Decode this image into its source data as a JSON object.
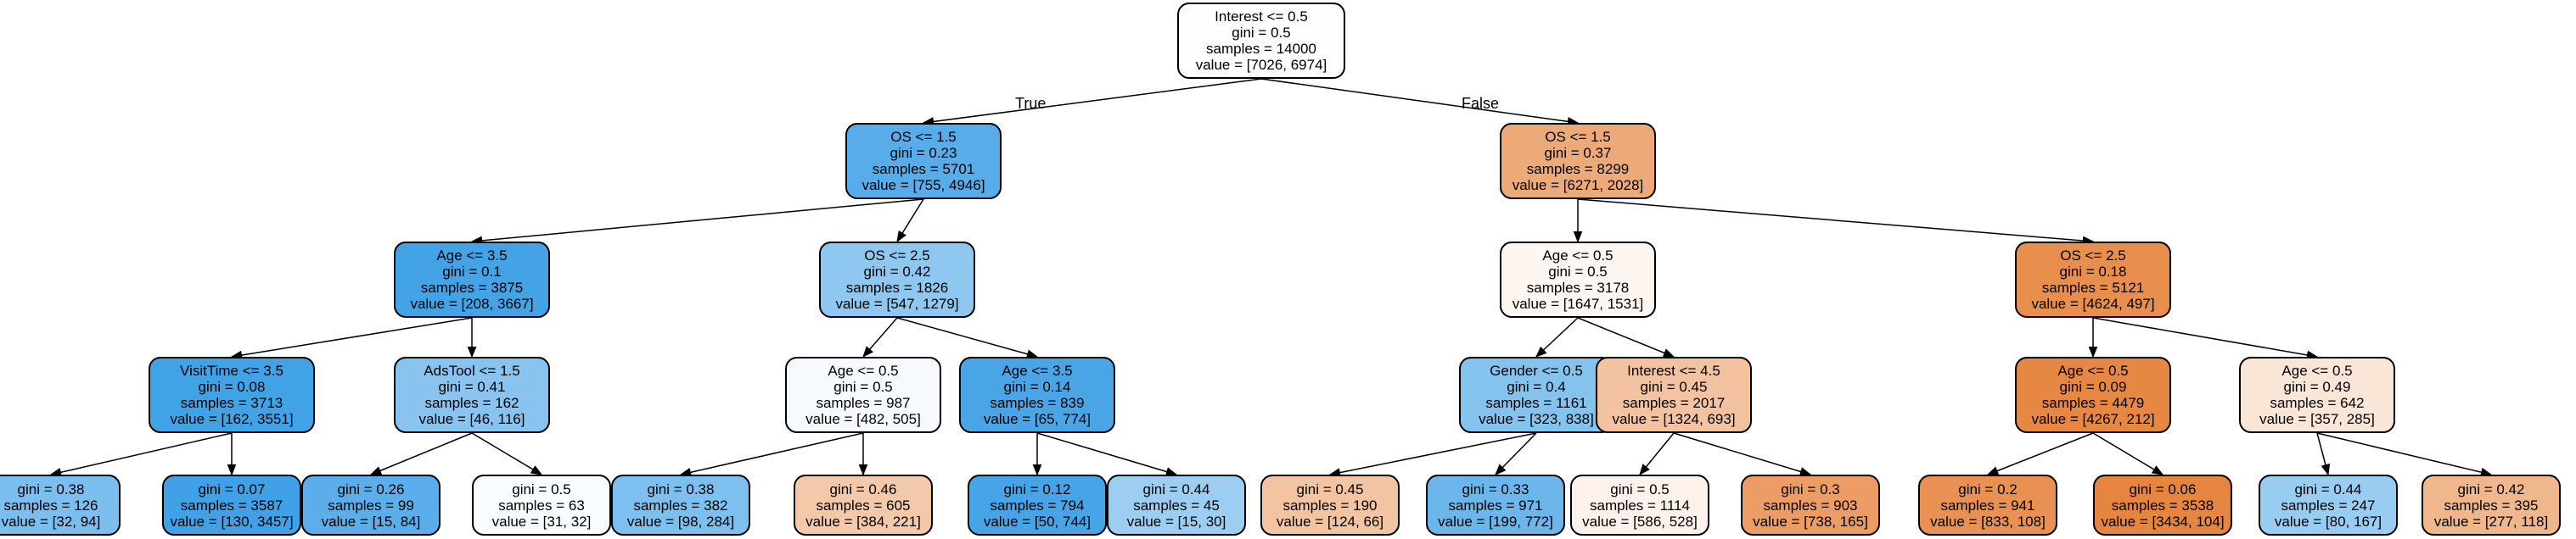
{
  "tree": {
    "edge_labels": {
      "true": "True",
      "false": "False"
    },
    "nodes": [
      {
        "id": "n0",
        "parent": null,
        "lines": [
          "Interest <= 0.5",
          "gini = 0.5",
          "samples = 14000",
          "value = [7026, 6974]"
        ],
        "fill": "#fefefe"
      },
      {
        "id": "n1",
        "parent": "n0",
        "lines": [
          "OS <= 1.5",
          "gini = 0.23",
          "samples = 5701",
          "value = [755, 4946]"
        ],
        "fill": "#57ace9"
      },
      {
        "id": "n2",
        "parent": "n0",
        "lines": [
          "OS <= 1.5",
          "gini = 0.37",
          "samples = 8299",
          "value = [6271, 2028]"
        ],
        "fill": "#edaa79"
      },
      {
        "id": "n3",
        "parent": "n1",
        "lines": [
          "Age <= 3.5",
          "gini = 0.1",
          "samples = 3875",
          "value = [208, 3667]"
        ],
        "fill": "#44a3e6"
      },
      {
        "id": "n4",
        "parent": "n1",
        "lines": [
          "OS <= 2.5",
          "gini = 0.42",
          "samples = 1826",
          "value = [547, 1279]"
        ],
        "fill": "#8ec7f0"
      },
      {
        "id": "n5",
        "parent": "n2",
        "lines": [
          "Age <= 0.5",
          "gini = 0.5",
          "samples = 3178",
          "value = [1647, 1531]"
        ],
        "fill": "#fdf6f1"
      },
      {
        "id": "n6",
        "parent": "n2",
        "lines": [
          "OS <= 2.5",
          "gini = 0.18",
          "samples = 5121",
          "value = [4624, 497]"
        ],
        "fill": "#e88f4e"
      },
      {
        "id": "n7",
        "parent": "n3",
        "lines": [
          "VisitTime <= 3.5",
          "gini = 0.08",
          "samples = 3713",
          "value = [162, 3551]"
        ],
        "fill": "#42a2e6"
      },
      {
        "id": "n8",
        "parent": "n3",
        "lines": [
          "AdsTool <= 1.5",
          "gini = 0.41",
          "samples = 162",
          "value = [46, 116]"
        ],
        "fill": "#88c4ef"
      },
      {
        "id": "n9",
        "parent": "n4",
        "lines": [
          "Age <= 0.5",
          "gini = 0.5",
          "samples = 987",
          "value = [482, 505]"
        ],
        "fill": "#f6fafe"
      },
      {
        "id": "n10",
        "parent": "n4",
        "lines": [
          "Age <= 3.5",
          "gini = 0.14",
          "samples = 839",
          "value = [65, 774]"
        ],
        "fill": "#4aa5e7"
      },
      {
        "id": "n11",
        "parent": "n5",
        "lines": [
          "Gender <= 0.5",
          "gini = 0.4",
          "samples = 1161",
          "value = [323, 838]"
        ],
        "fill": "#85c3ef"
      },
      {
        "id": "n12",
        "parent": "n5",
        "lines": [
          "Interest <= 4.5",
          "gini = 0.45",
          "samples = 2017",
          "value = [1324, 693]"
        ],
        "fill": "#f3c3a1"
      },
      {
        "id": "n13",
        "parent": "n6",
        "lines": [
          "Age <= 0.5",
          "gini = 0.09",
          "samples = 4479",
          "value = [4267, 212]"
        ],
        "fill": "#e68743"
      },
      {
        "id": "n14",
        "parent": "n6",
        "lines": [
          "Age <= 0.5",
          "gini = 0.49",
          "samples = 642",
          "value = [357, 285]"
        ],
        "fill": "#fae6d7"
      },
      {
        "id": "n15",
        "parent": "n7",
        "lines": [
          "gini = 0.38",
          "samples = 126",
          "value = [32, 94]"
        ],
        "fill": "#7cbeee"
      },
      {
        "id": "n16",
        "parent": "n7",
        "lines": [
          "gini = 0.07",
          "samples = 3587",
          "value = [130, 3457]"
        ],
        "fill": "#40a1e6"
      },
      {
        "id": "n17",
        "parent": "n8",
        "lines": [
          "gini = 0.26",
          "samples = 99",
          "value = [15, 84]"
        ],
        "fill": "#5caeea"
      },
      {
        "id": "n18",
        "parent": "n8",
        "lines": [
          "gini = 0.5",
          "samples = 63",
          "value = [31, 32]"
        ],
        "fill": "#f9fcfe"
      },
      {
        "id": "n19",
        "parent": "n9",
        "lines": [
          "gini = 0.38",
          "samples = 382",
          "value = [98, 284]"
        ],
        "fill": "#7dbfee"
      },
      {
        "id": "n20",
        "parent": "n9",
        "lines": [
          "gini = 0.46",
          "samples = 605",
          "value = [384, 221]"
        ],
        "fill": "#f4c9aa"
      },
      {
        "id": "n21",
        "parent": "n10",
        "lines": [
          "gini = 0.12",
          "samples = 794",
          "value = [50, 744]"
        ],
        "fill": "#46a4e7"
      },
      {
        "id": "n22",
        "parent": "n10",
        "lines": [
          "gini = 0.44",
          "samples = 45",
          "value = [15, 30]"
        ],
        "fill": "#9ccef2"
      },
      {
        "id": "n23",
        "parent": "n11",
        "lines": [
          "gini = 0.45",
          "samples = 190",
          "value = [124, 66]"
        ],
        "fill": "#f3c4a2"
      },
      {
        "id": "n24",
        "parent": "n11",
        "lines": [
          "gini = 0.33",
          "samples = 971",
          "value = [199, 772]"
        ],
        "fill": "#6cb6ec"
      },
      {
        "id": "n25",
        "parent": "n12",
        "lines": [
          "gini = 0.5",
          "samples = 1114",
          "value = [586, 528]"
        ],
        "fill": "#fcf2eb"
      },
      {
        "id": "n26",
        "parent": "n12",
        "lines": [
          "gini = 0.3",
          "samples = 903",
          "value = [738, 165]"
        ],
        "fill": "#eb9d65"
      },
      {
        "id": "n27",
        "parent": "n13",
        "lines": [
          "gini = 0.2",
          "samples = 941",
          "value = [833, 108]"
        ],
        "fill": "#e89153"
      },
      {
        "id": "n28",
        "parent": "n13",
        "lines": [
          "gini = 0.06",
          "samples = 3538",
          "value = [3434, 104]"
        ],
        "fill": "#e6853f"
      },
      {
        "id": "n29",
        "parent": "n14",
        "lines": [
          "gini = 0.44",
          "samples = 247",
          "value = [80, 167]"
        ],
        "fill": "#98ccf1"
      },
      {
        "id": "n30",
        "parent": "n14",
        "lines": [
          "gini = 0.42",
          "samples = 395",
          "value = [277, 118]"
        ],
        "fill": "#f0b78d"
      }
    ]
  }
}
